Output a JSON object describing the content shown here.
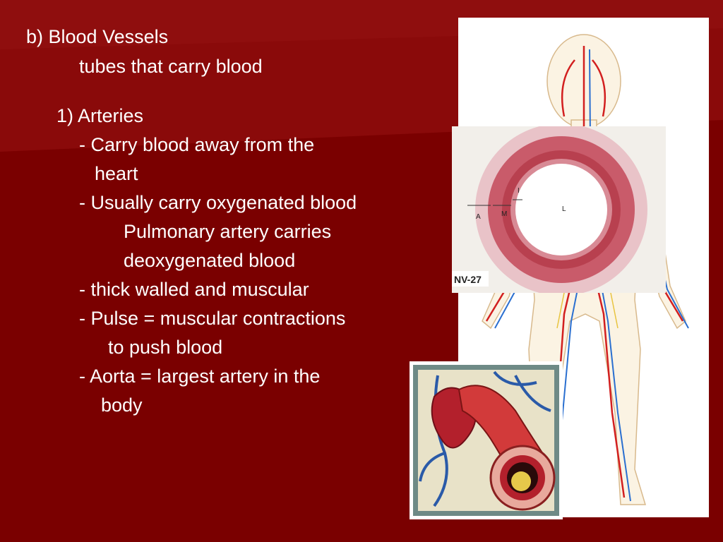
{
  "slide": {
    "heading": "b) Blood Vessels",
    "subheading": "tubes that carry blood",
    "section": "1) Arteries",
    "lines": [
      "- Carry blood away from the",
      "heart",
      "- Usually carry oxygenated blood",
      "Pulmonary artery carries",
      "deoxygenated blood",
      "- thick walled and muscular",
      "- Pulse = muscular contractions",
      "to push blood",
      "- Aorta = largest artery in the",
      "body"
    ]
  },
  "images": {
    "body_diagram": {
      "icon": "circulatory-system-figure"
    },
    "artery_cross_section": {
      "icon": "artery-micrograph",
      "label_code": "NV-27",
      "letters": [
        "A",
        "M",
        "I",
        "L"
      ]
    },
    "heart_illustration": {
      "icon": "heart-aorta-illustration"
    }
  },
  "colors": {
    "background": "#7a0000",
    "text": "#ffffff",
    "artery": "#d21f1f",
    "vein": "#2a6fd0"
  }
}
